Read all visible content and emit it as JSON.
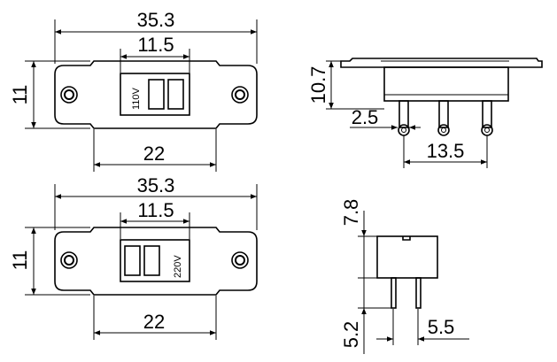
{
  "top_view_110": {
    "width_label": "35.3",
    "window_width_label": "11.5",
    "height_label": "11",
    "base_width_label": "22",
    "voltage_label": "110V"
  },
  "top_view_220": {
    "width_label": "35.3",
    "window_width_label": "11.5",
    "height_label": "11",
    "base_width_label": "22",
    "voltage_label": "220V"
  },
  "side_view": {
    "height_label": "10.7",
    "pin_offset_label": "2.5",
    "pin_span_label": "13.5"
  },
  "end_view": {
    "body_height_label": "7.8",
    "pin_length_label": "5.2",
    "pin_spacing_label": "5.5"
  }
}
